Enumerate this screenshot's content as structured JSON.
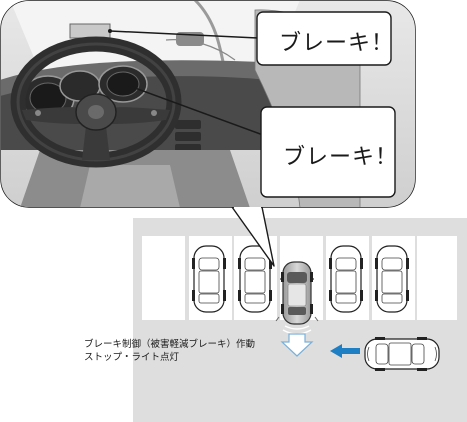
{
  "callouts": {
    "top_warning": "ブレーキ！",
    "meter_warning": "ブレーキ！"
  },
  "note": {
    "line1": "ブレーキ制御（被害軽減ブレーキ）作動",
    "line2": "ストップ・ライト点灯"
  },
  "colors": {
    "arrow": "#1e7fc4",
    "lot": "#dedede",
    "cabin_dark": "#3a3a3a"
  }
}
